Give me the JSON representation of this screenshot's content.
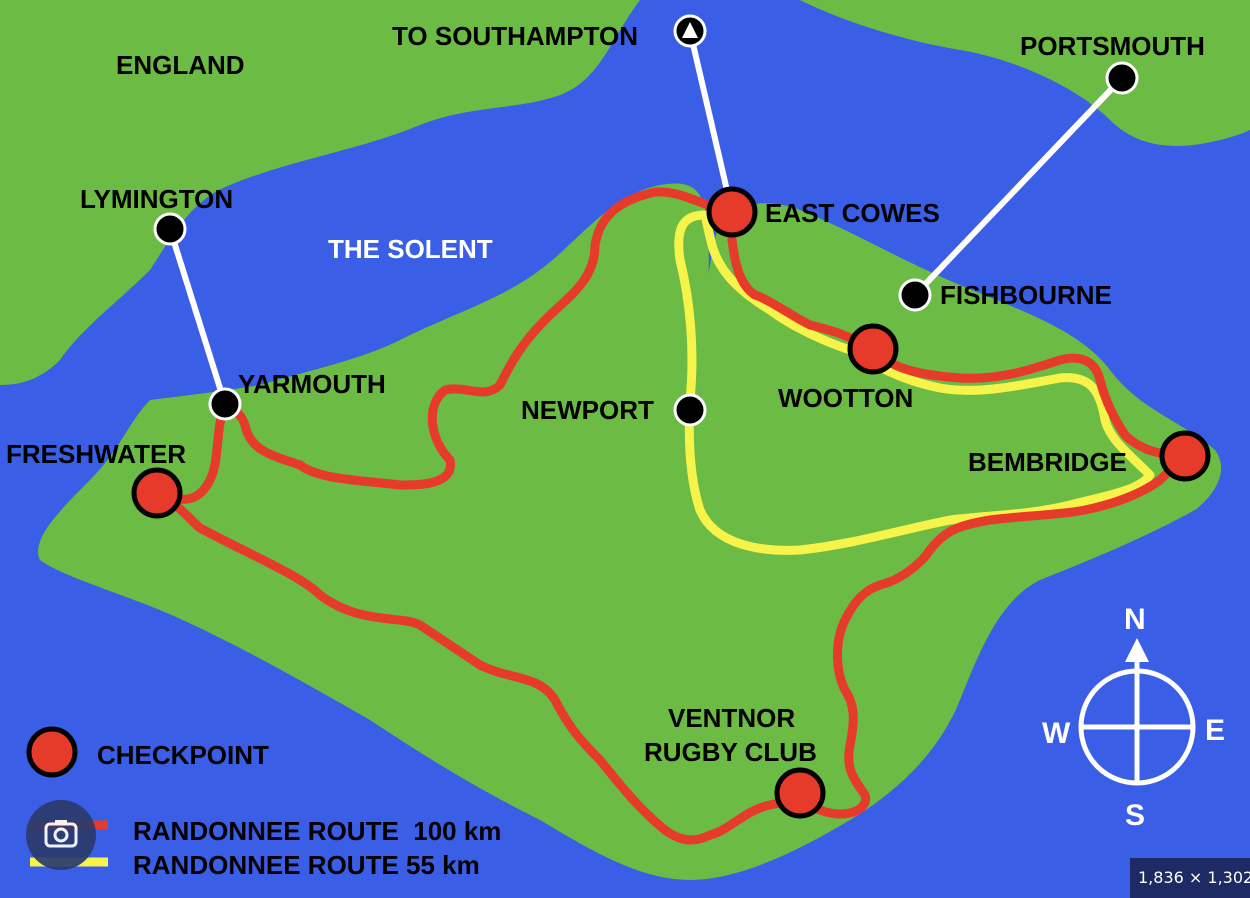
{
  "colors": {
    "sea": "#3a5ee6",
    "land": "#6bbb44",
    "route_100km": "#e63a2b",
    "route_55km": "#f6f34a",
    "ferry_line": "#ffffff",
    "checkpoint": "#e63a2b"
  },
  "labels": {
    "england": "ENGLAND",
    "to_southampton": "TO SOUTHAMPTON",
    "portsmouth": "PORTSMOUTH",
    "lymington": "LYMINGTON",
    "the_solent": "THE SOLENT",
    "east_cowes": "EAST COWES",
    "fishbourne": "FISHBOURNE",
    "yarmouth": "YARMOUTH",
    "newport": "NEWPORT",
    "wootton": "WOOTTON",
    "freshwater": "FRESHWATER",
    "bembridge": "BEMBRIDGE",
    "ventnor_line1": "VENTNOR",
    "ventnor_line2": "RUGBY CLUB"
  },
  "legend": {
    "checkpoint": "CHECKPOINT",
    "route_100": "RANDONNEE ROUTE  100 km",
    "route_55": "RANDONNEE ROUTE 55 km"
  },
  "compass": {
    "n": "N",
    "e": "E",
    "s": "S",
    "w": "W"
  },
  "image_size_badge": "1,836 × 1,302",
  "icons": {
    "lens": "camera-lens-icon",
    "compass": "compass-rose-icon",
    "ferry_arrow": "ferry-direction-icon"
  }
}
